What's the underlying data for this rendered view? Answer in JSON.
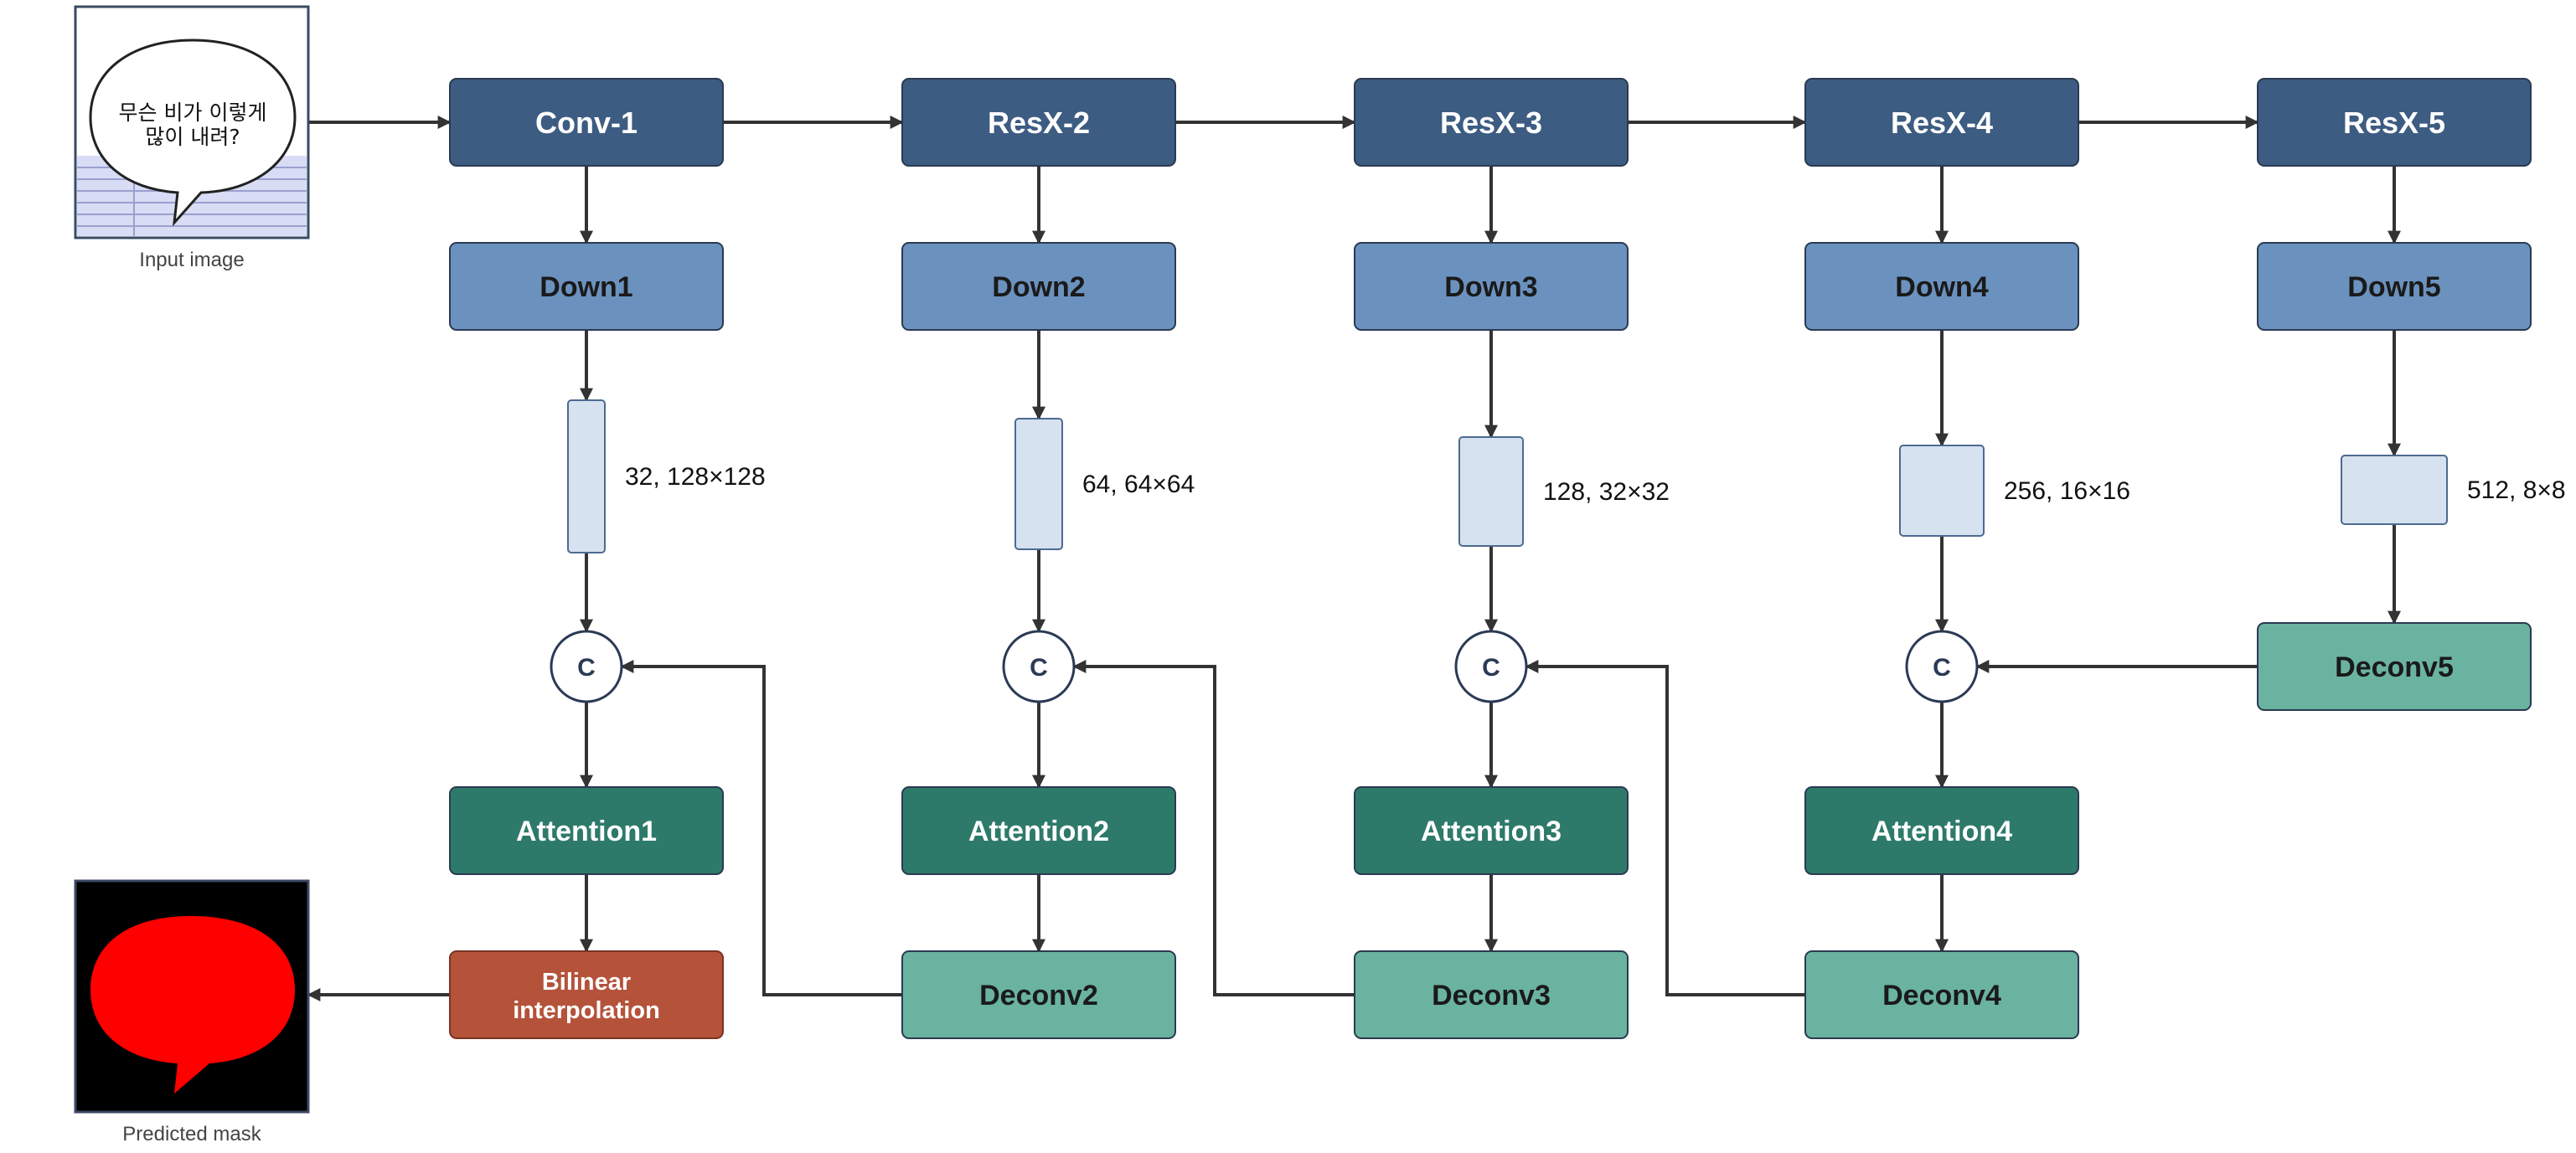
{
  "colors": {
    "encoder": "#3d5c82",
    "down": "#6b92bf",
    "feature": "#d6e2f0",
    "attention": "#2e7a6a",
    "deconv": "#6ab3a0",
    "bilinear": "#b5523a",
    "mask": "#ff0000"
  },
  "input": {
    "caption": "Input image",
    "bubble_line1": "무슨 비가 이렇게",
    "bubble_line2": "많이 내려?"
  },
  "output": {
    "caption": "Predicted mask"
  },
  "encoder": [
    "Conv-1",
    "ResX-2",
    "ResX-3",
    "ResX-4",
    "ResX-5"
  ],
  "down": [
    "Down1",
    "Down2",
    "Down3",
    "Down4",
    "Down5"
  ],
  "features": [
    "32, 128×128",
    "64, 64×64",
    "128, 32×32",
    "256, 16×16",
    "512, 8×8"
  ],
  "concat_label": "C",
  "attention": [
    "Attention1",
    "Attention2",
    "Attention3",
    "Attention4"
  ],
  "deconv": [
    "Deconv2",
    "Deconv3",
    "Deconv4",
    "Deconv5"
  ],
  "bilinear": {
    "line1": "Bilinear",
    "line2": "interpolation"
  }
}
